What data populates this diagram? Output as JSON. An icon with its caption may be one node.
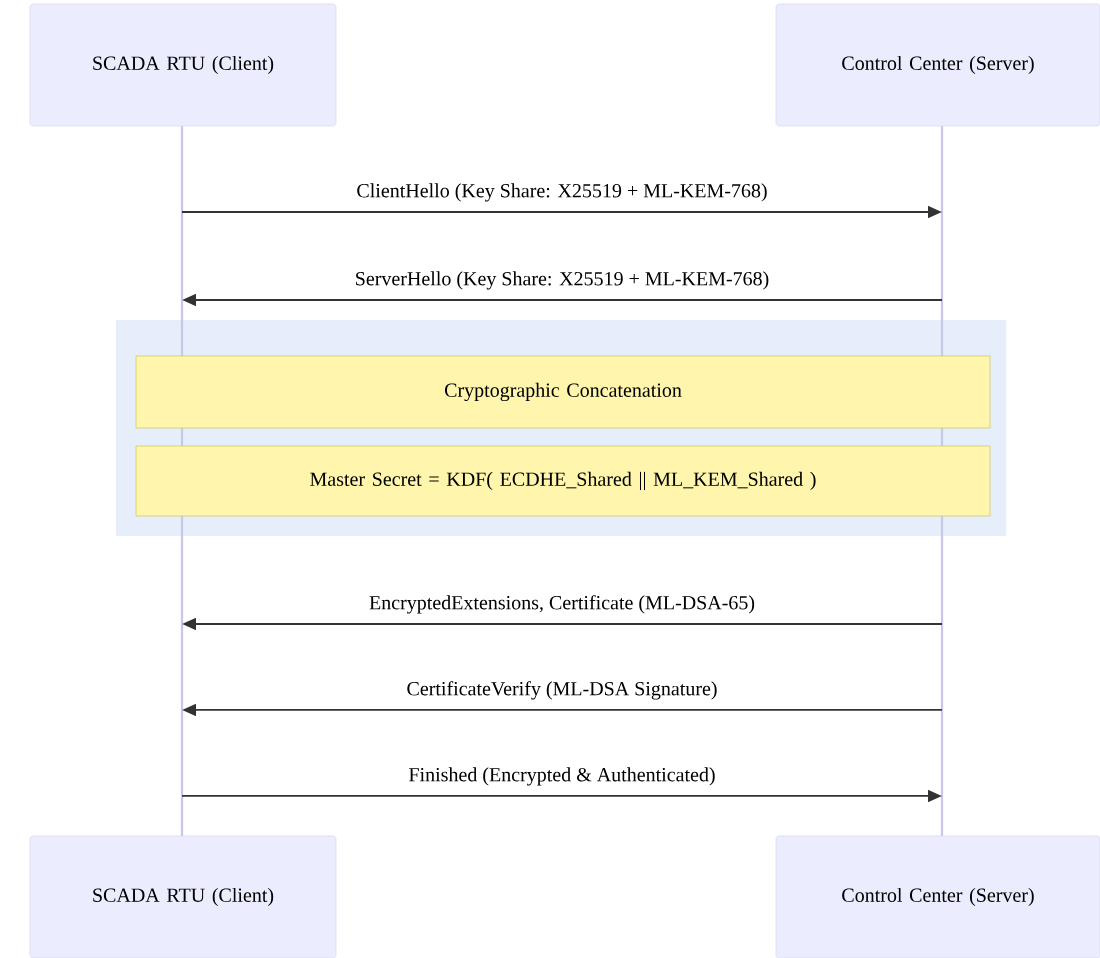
{
  "diagram": {
    "nodes": [
      {
        "text": [
          "SCADA RTU (Client)"
        ]
      },
      {
        "text": [
          "Control Center (Server)"
        ]
      },
      {
        "text": [
          "SCADA RTU (Client)"
        ]
      },
      {
        "text": [
          "Control Center (Server)"
        ]
      },
      {
        "text": [],
        "shape": "line"
      },
      {
        "text": [],
        "shape": "line"
      },
      {
        "text": [],
        "shape": "band"
      },
      {
        "text": [
          "Cryptographic Concatenation"
        ],
        "in": 6
      },
      {
        "text": [
          "Master Secret = KDF( ECDHE_Shared || ML_KEM_Shared )"
        ],
        "in": 6
      }
    ],
    "edges": [
      {
        "from": 4,
        "to": 5,
        "arrow": "to",
        "label": "ClientHello (Key Share: X25519 + ML-KEM-768)"
      },
      {
        "from": 5,
        "to": 4,
        "arrow": "to",
        "label": "ServerHello (Key Share: X25519 + ML-KEM-768)"
      },
      {
        "from": 5,
        "to": 4,
        "arrow": "to",
        "label": "EncryptedExtensions, Certificate (ML-DSA-65)"
      },
      {
        "from": 5,
        "to": 4,
        "arrow": "to",
        "label": "CertificateVerify (ML-DSA Signature)"
      },
      {
        "from": 4,
        "to": 5,
        "arrow": "to",
        "label": "Finished (Encrypted & Authenticated)"
      }
    ]
  }
}
